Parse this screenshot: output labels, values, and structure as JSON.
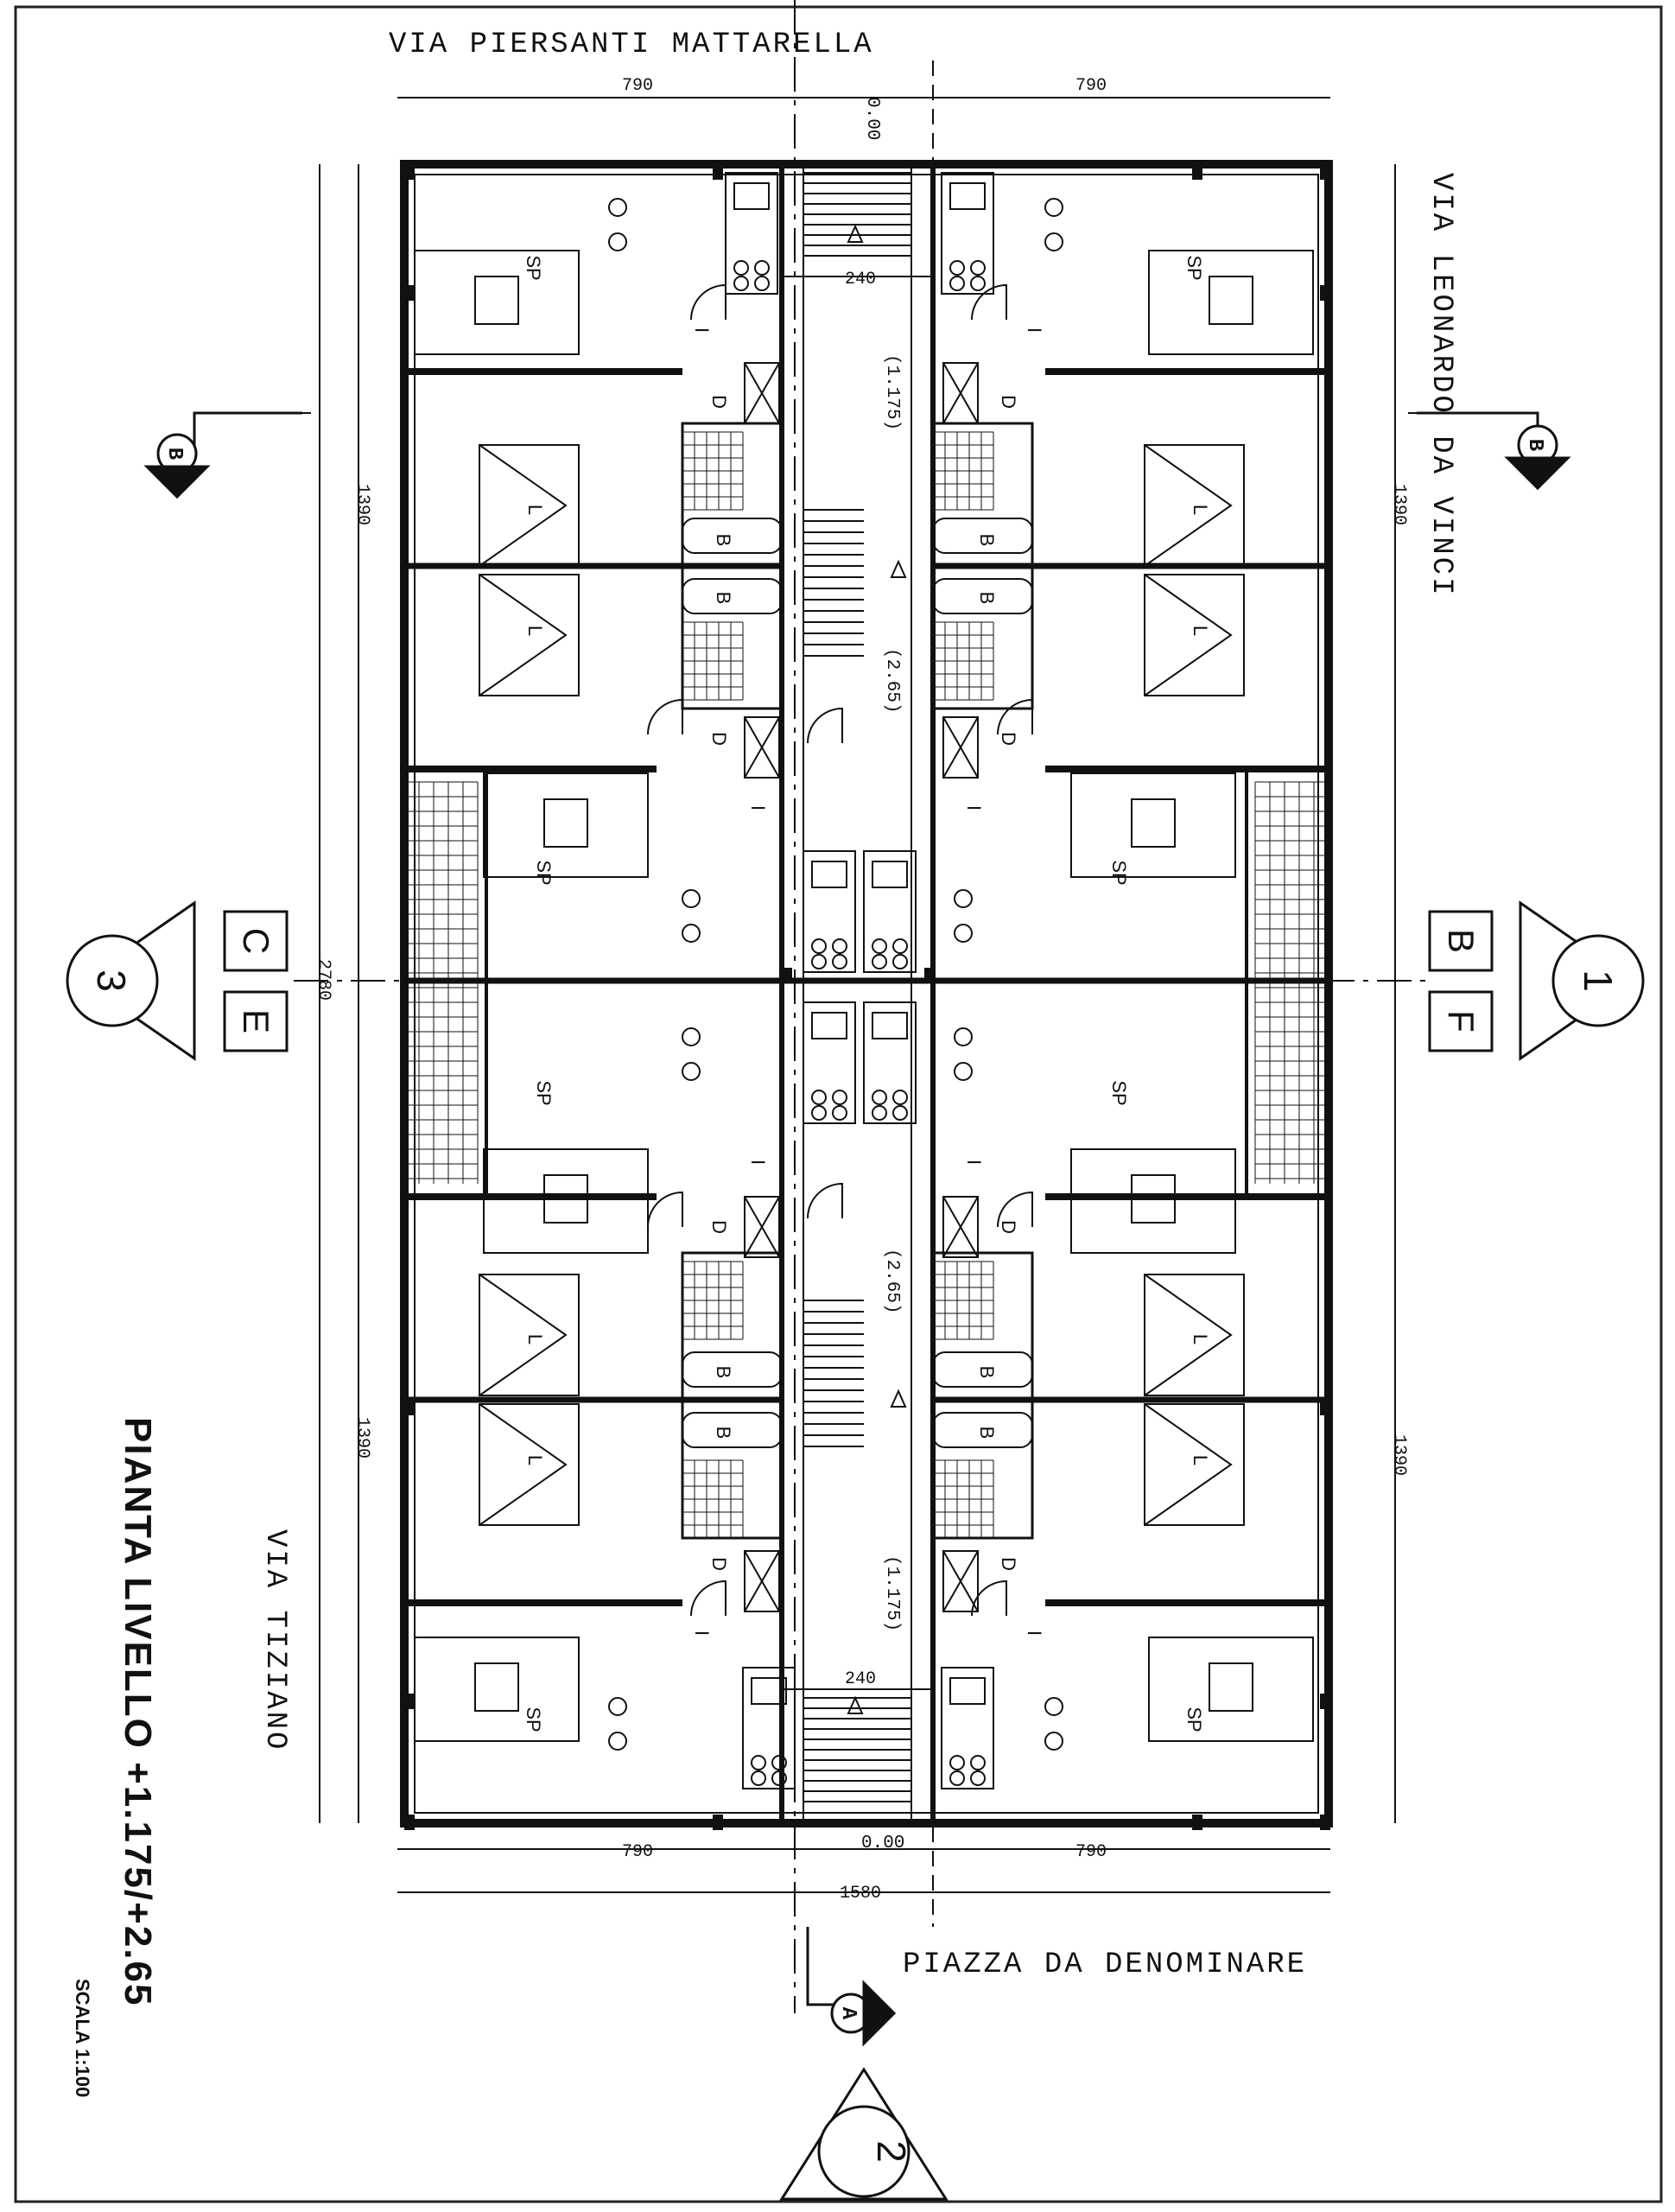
{
  "streets": {
    "top": "VIA PIERSANTI MATTARELLA",
    "right": "VIA LEONARDO DA VINCI",
    "left": "VIA TIZIANO",
    "bottom": "PIAZZA DA DENOMINARE"
  },
  "dimensions": {
    "top_left": "790",
    "top_right": "790",
    "bottom_left": "790",
    "bottom_right": "790",
    "total_width": "1580",
    "stair_top": "240",
    "stair_bottom": "240",
    "left_upper": "1390",
    "left_lower": "1390",
    "left_total": "2780",
    "right_upper": "1390",
    "right_lower": "1390"
  },
  "levels": {
    "top": "0.00",
    "bottom": "0.00",
    "landing_upper": "(1.175)",
    "landing_lower": "(1.175)",
    "floor_upper": "(2.65)",
    "floor_lower": "(2.65)"
  },
  "room_codes": {
    "living": "SP",
    "bedroom": "L",
    "bath": "B",
    "closet": "D",
    "hall": "I"
  },
  "elevation_markers": {
    "left": "3",
    "right": "1",
    "bottom": "2"
  },
  "section_markers": {
    "left": "B",
    "right": "B",
    "bottom": "A"
  },
  "block_tags": {
    "left_top": "C",
    "left_bottom": "E",
    "right_top": "B",
    "right_bottom": "F"
  },
  "title": "PIANTA LIVELLO +1.175/+2.65",
  "scale": "SCALA 1:100"
}
